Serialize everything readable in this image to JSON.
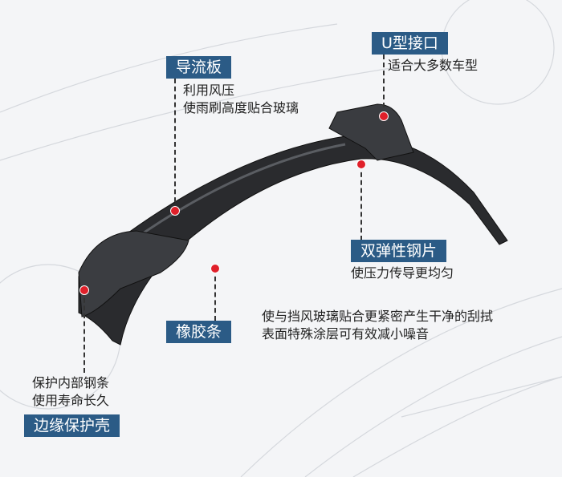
{
  "callouts": {
    "spoiler": {
      "label": "导流板",
      "lines": [
        "利用风压",
        "使雨刷高度贴合玻璃"
      ]
    },
    "u_adapter": {
      "label": "U型接口",
      "lines": [
        "适合大多数车型"
      ]
    },
    "spring_steel": {
      "label": "双弹性钢片",
      "lines": [
        "使压力传导更均匀"
      ]
    },
    "rubber": {
      "label": "橡胶条",
      "lines": [
        "使与挡风玻璃贴合更紧密产生干净的刮拭",
        "表面特殊涂层可有效减小噪音"
      ]
    },
    "end_cap": {
      "label": "边缘保护壳",
      "lines": [
        "保护内部钢条",
        "使用寿命长久"
      ]
    }
  },
  "colors": {
    "tag_bg": "#2b5b86",
    "dot": "#e0202a",
    "blade": "#2a2b2e"
  }
}
